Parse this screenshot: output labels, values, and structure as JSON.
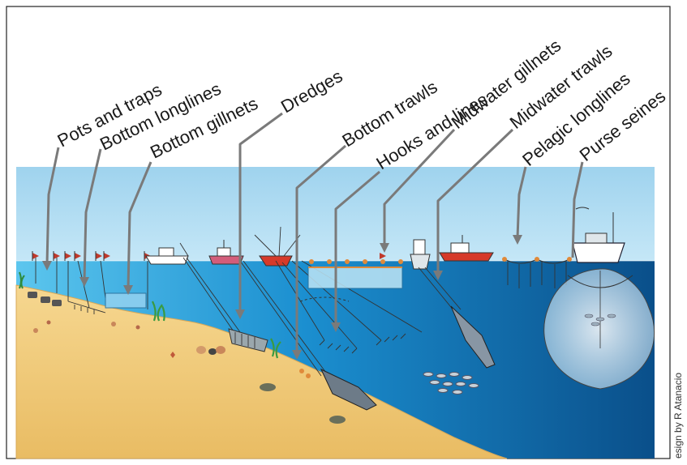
{
  "labels": [
    "Pots and traps",
    "Bottom longlines",
    "Bottom gillnets",
    "Dredges",
    "Bottom trawls",
    "Hooks and lines",
    "Midwater gillnets",
    "Midwater trawls",
    "Pelagic longlines",
    "Purse seines"
  ],
  "credit": "esign by R Atanacio",
  "colors": {
    "sky": "#a8d8f0",
    "sea_shallow": "#2aa7dc",
    "sea_deep": "#0a4f8a",
    "sand": "#f2cf82",
    "pointer": "#7a7a7a"
  }
}
